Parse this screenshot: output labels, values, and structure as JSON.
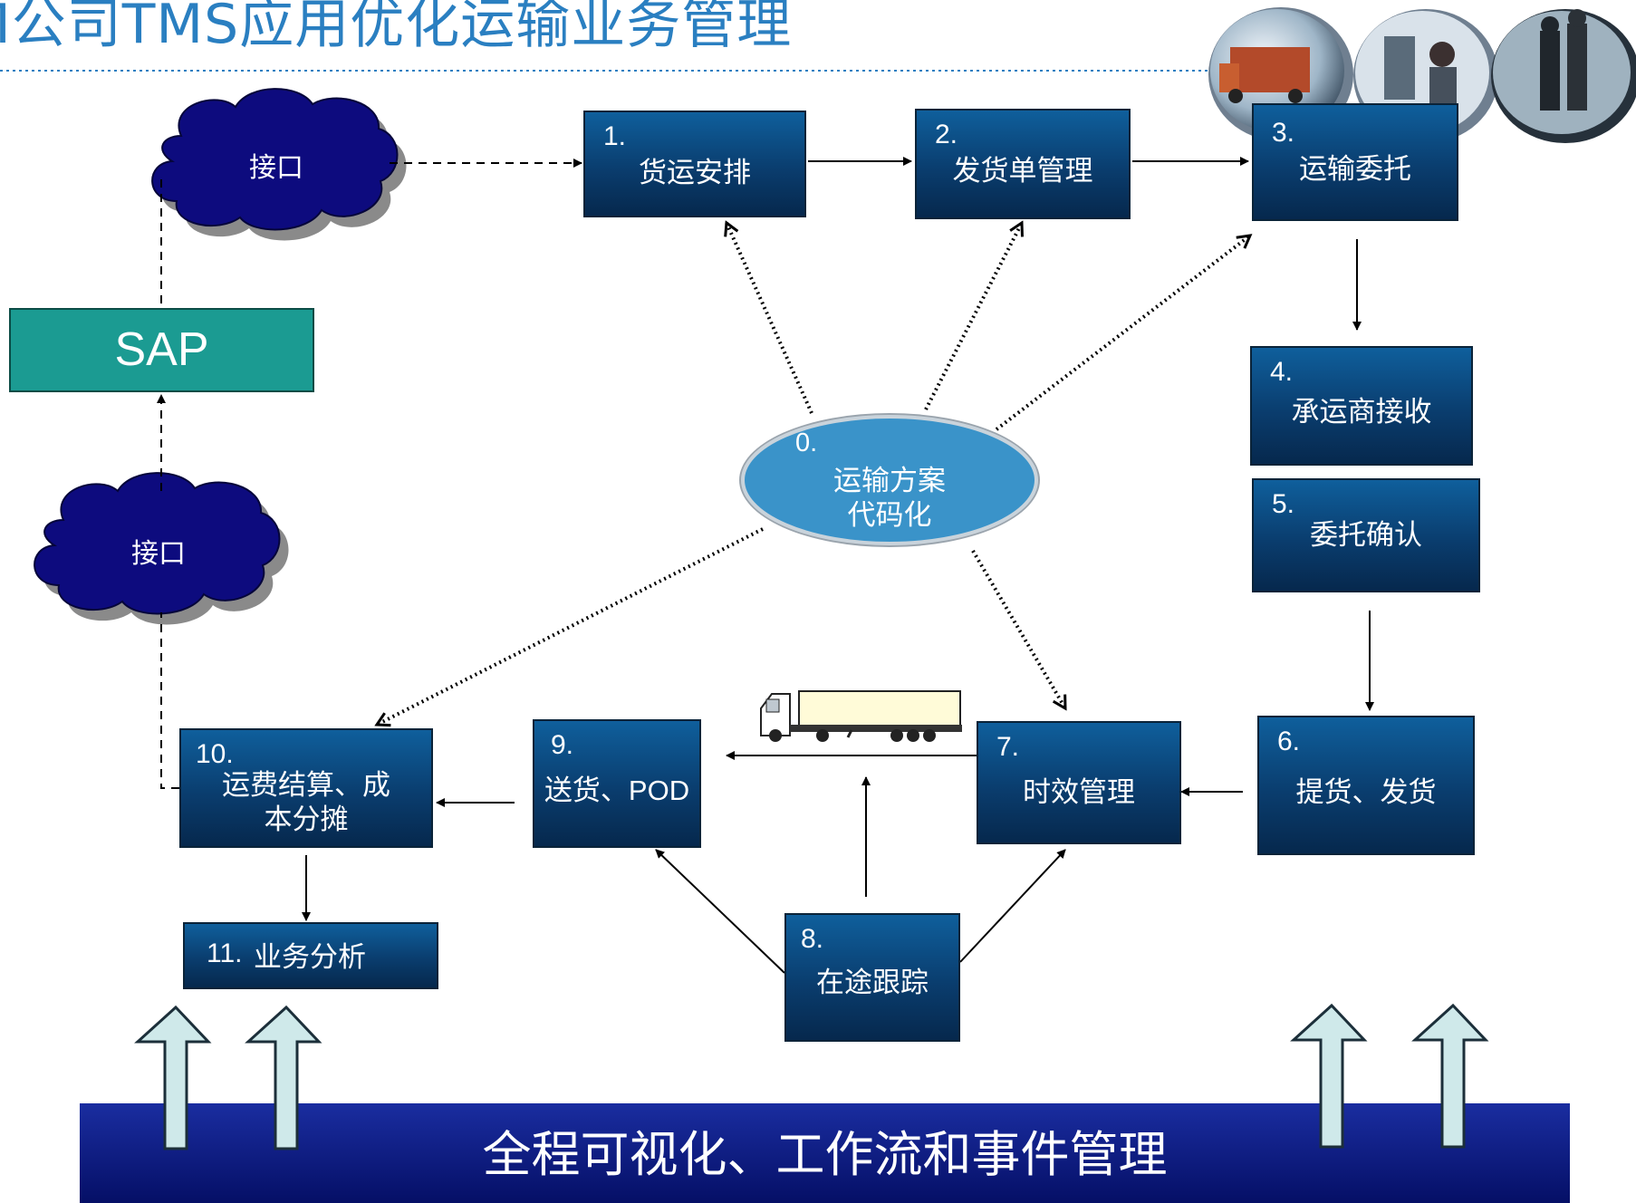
{
  "title": "M公司TMS应用优化运输业务管理",
  "sap_label": "SAP",
  "interface_top": "接口",
  "interface_bottom": "接口",
  "center": {
    "num": "0.",
    "line1": "运输方案",
    "line2": "代码化"
  },
  "steps": {
    "s1": {
      "num": "1.",
      "label": "货运安排"
    },
    "s2": {
      "num": "2.",
      "label": "发货单管理"
    },
    "s3": {
      "num": "3.",
      "label": "运输委托"
    },
    "s4": {
      "num": "4.",
      "label": "承运商接收"
    },
    "s5": {
      "num": "5.",
      "label": "委托确认"
    },
    "s6": {
      "num": "6.",
      "label": "提货、发货"
    },
    "s7": {
      "num": "7.",
      "label": "时效管理"
    },
    "s8": {
      "num": "8.",
      "label": "在途跟踪"
    },
    "s9": {
      "num": "9.",
      "label": "送货、POD"
    },
    "s10": {
      "num": "10.",
      "line1": "运费结算、成",
      "line2": "本分摊"
    },
    "s11": {
      "num": "11.",
      "label": "业务分析"
    }
  },
  "bottom_bar": "全程可视化、工作流和事件管理",
  "icons": [
    "cloud-icon",
    "truck-icon",
    "up-arrow-icon",
    "truck-photo-icon",
    "office-photo-icon",
    "business-people-photo-icon"
  ],
  "colors": {
    "title": "#2a7fc1",
    "box": "#0a3d6e",
    "sap": "#1b9b92",
    "ellipse": "#3a93c9",
    "cloud": "#0a0a80",
    "bar": "#0a1a8a",
    "up_arrow": "#cfe9ea"
  }
}
